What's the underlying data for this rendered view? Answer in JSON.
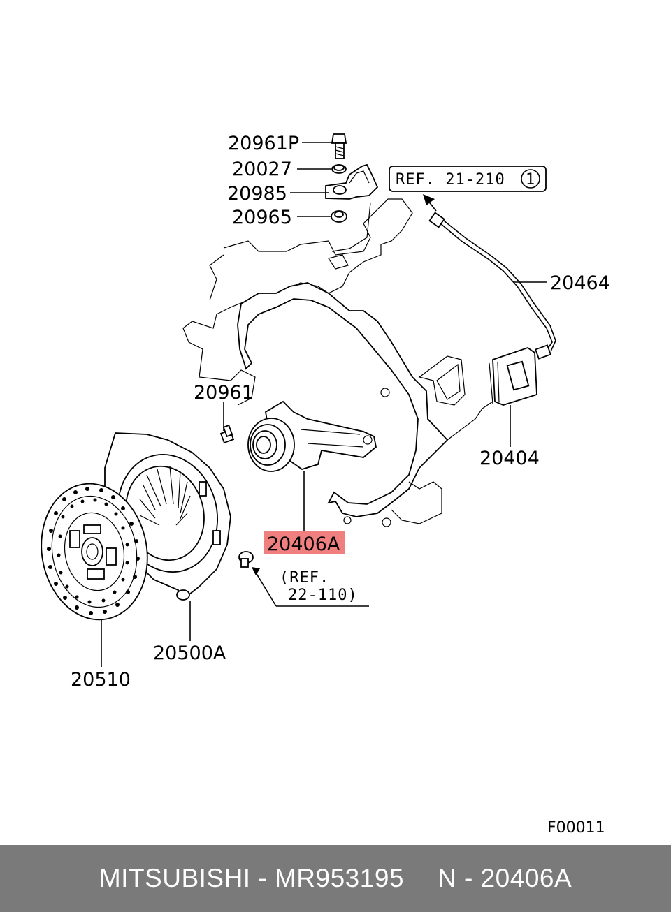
{
  "diagram": {
    "labels": {
      "p20961P": "20961P",
      "p20027": "20027",
      "p20985": "20985",
      "p20965": "20965",
      "p20464": "20464",
      "p20961": "20961",
      "p20404": "20404",
      "p20406A": "20406A",
      "p20500A": "20500A",
      "p20510": "20510"
    },
    "ref_box": {
      "text": "REF. 21-210",
      "circled_number": "1"
    },
    "ref_note": {
      "line1": "(REF.",
      "line2": "22-110)"
    },
    "figure_code": "F00011",
    "highlight_color": "#f08080"
  },
  "footer": {
    "brand_part": "MITSUBISHI - MR953195",
    "catalog_ref": "N - 20406A",
    "background": "#7a7a7a"
  }
}
